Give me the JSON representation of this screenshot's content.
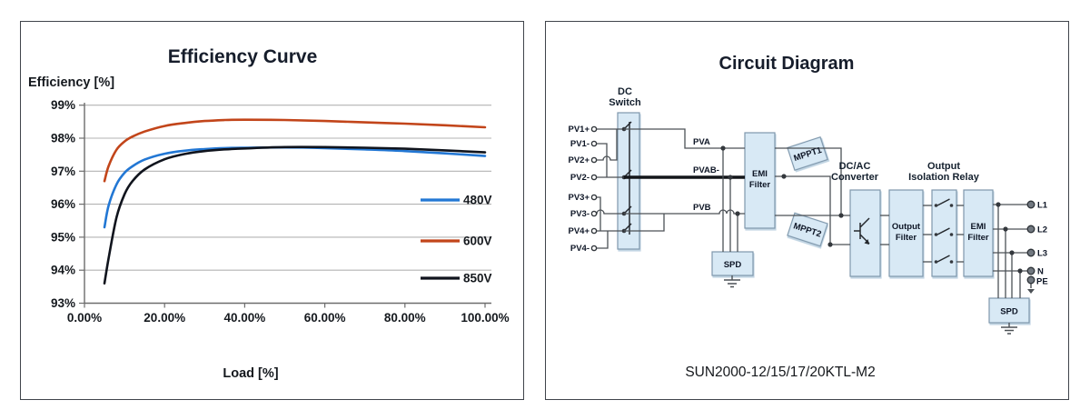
{
  "efficiency_panel": {
    "title": "Efficiency Curve",
    "y_axis_label": "Efficiency [%]",
    "x_axis_label": "Load [%]",
    "y_ticks": [
      "99%",
      "98%",
      "97%",
      "96%",
      "95%",
      "94%",
      "93%"
    ],
    "x_ticks": [
      "0.00%",
      "20.00%",
      "40.00%",
      "60.00%",
      "80.00%",
      "100.00%"
    ],
    "legend": [
      {
        "label": "480V",
        "color": "#2277D4"
      },
      {
        "label": "600V",
        "color": "#C2451A"
      },
      {
        "label": "850V",
        "color": "#10141D"
      }
    ]
  },
  "chart_data": {
    "type": "line",
    "title": "Efficiency Curve",
    "xlabel": "Load [%]",
    "ylabel": "Efficiency [%]",
    "xlim": [
      0,
      100
    ],
    "ylim": [
      93,
      99
    ],
    "x_ticks_values": [
      0,
      20,
      40,
      60,
      80,
      100
    ],
    "y_ticks_values": [
      99,
      98,
      97,
      96,
      95,
      94,
      93
    ],
    "grid": "horizontal",
    "legend_position": "right-middle",
    "series": [
      {
        "name": "480V",
        "color": "#2277D4",
        "points": [
          [
            5,
            95.3
          ],
          [
            6,
            95.95
          ],
          [
            8,
            96.6
          ],
          [
            10,
            96.95
          ],
          [
            12,
            97.15
          ],
          [
            15,
            97.35
          ],
          [
            20,
            97.53
          ],
          [
            25,
            97.62
          ],
          [
            30,
            97.67
          ],
          [
            35,
            97.7
          ],
          [
            40,
            97.71
          ],
          [
            50,
            97.72
          ],
          [
            60,
            97.7
          ],
          [
            70,
            97.66
          ],
          [
            80,
            97.61
          ],
          [
            90,
            97.54
          ],
          [
            100,
            97.46
          ]
        ]
      },
      {
        "name": "600V",
        "color": "#C2451A",
        "points": [
          [
            5,
            96.7
          ],
          [
            6,
            97.15
          ],
          [
            8,
            97.65
          ],
          [
            10,
            97.9
          ],
          [
            12,
            98.05
          ],
          [
            15,
            98.2
          ],
          [
            20,
            98.37
          ],
          [
            25,
            98.46
          ],
          [
            30,
            98.52
          ],
          [
            35,
            98.55
          ],
          [
            40,
            98.56
          ],
          [
            50,
            98.55
          ],
          [
            60,
            98.52
          ],
          [
            70,
            98.48
          ],
          [
            80,
            98.44
          ],
          [
            90,
            98.39
          ],
          [
            100,
            98.33
          ]
        ]
      },
      {
        "name": "850V",
        "color": "#10141D",
        "points": [
          [
            5,
            93.6
          ],
          [
            6,
            94.35
          ],
          [
            8,
            95.6
          ],
          [
            10,
            96.3
          ],
          [
            12,
            96.7
          ],
          [
            15,
            97.05
          ],
          [
            20,
            97.36
          ],
          [
            25,
            97.52
          ],
          [
            30,
            97.61
          ],
          [
            35,
            97.66
          ],
          [
            40,
            97.69
          ],
          [
            50,
            97.73
          ],
          [
            60,
            97.73
          ],
          [
            70,
            97.71
          ],
          [
            80,
            97.68
          ],
          [
            90,
            97.63
          ],
          [
            100,
            97.57
          ]
        ]
      }
    ]
  },
  "circuit_panel": {
    "title": "Circuit Diagram",
    "model_label": "SUN2000-12/15/17/20KTL-M2",
    "dc_switch": {
      "line1": "DC",
      "line2": "Switch"
    },
    "pv_terminals": [
      "PV1+",
      "PV1-",
      "PV2+",
      "PV2-",
      "PV3+",
      "PV3-",
      "PV4+",
      "PV4-"
    ],
    "wire_labels": {
      "pva": "PVA",
      "pvab_minus": "PVAB-",
      "pvb": "PVB"
    },
    "emi_filter_dc": {
      "line1": "EMI",
      "line2": "Filter"
    },
    "mppt1_label": "MPPT1",
    "mppt2_label": "MPPT2",
    "spd_dc_label": "SPD",
    "spd_ac_label": "SPD",
    "dc_ac_converter": {
      "line1": "DC/AC",
      "line2": "Converter"
    },
    "output_filter": {
      "line1": "Output",
      "line2": "Filter"
    },
    "output_isolation_relay": {
      "line1": "Output",
      "line2": "Isolation Relay"
    },
    "emi_filter_ac": {
      "line1": "EMI",
      "line2": "Filter"
    },
    "ac_terminals": [
      "L1",
      "L2",
      "L3",
      "N",
      "PE"
    ],
    "colors": {
      "box_fill": "#D8E9F5",
      "box_border": "#7E97AC",
      "wire": "#4C5156",
      "thick_wire": "#121519",
      "label": "#0E1626"
    }
  }
}
